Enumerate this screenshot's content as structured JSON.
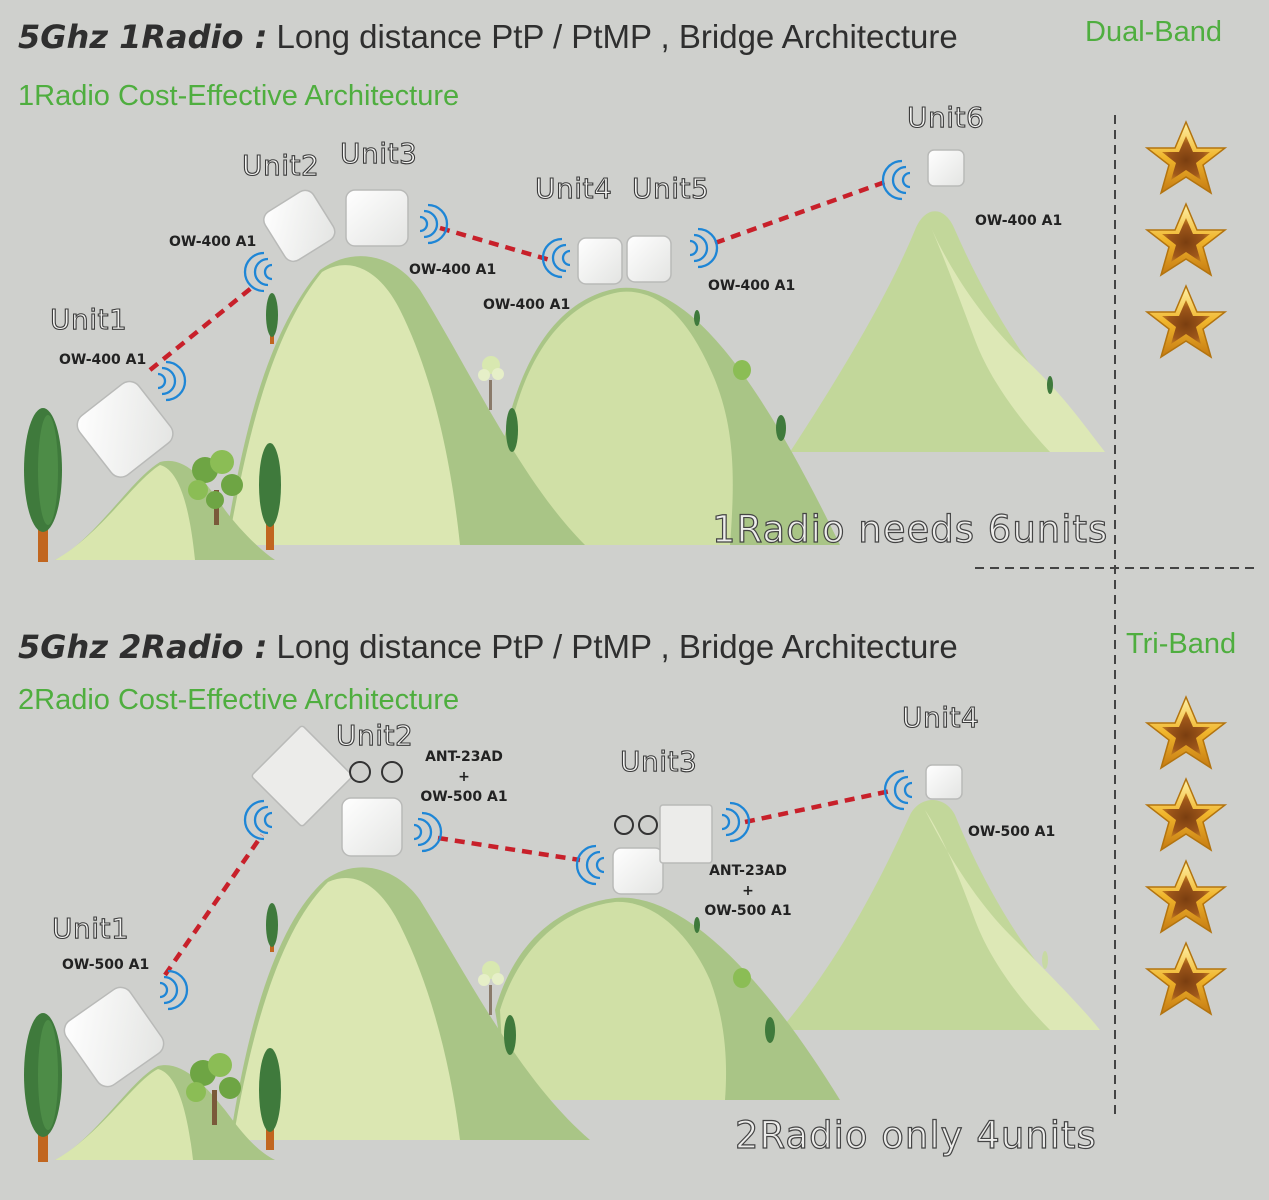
{
  "top": {
    "title_bold": "5Ghz 1Radio :",
    "title_rest": " Long distance PtP / PtMP , Bridge Architecture",
    "subtitle": "1Radio Cost-Effective Architecture",
    "band": "Dual-Band",
    "stars": 3,
    "summary": "1Radio needs 6units",
    "units": [
      "Unit1",
      "Unit2",
      "Unit3",
      "Unit4",
      "Unit5",
      "Unit6"
    ],
    "models": [
      "OW-400 A1",
      "OW-400 A1",
      "OW-400 A1",
      "OW-400 A1",
      "OW-400 A1",
      "OW-400 A1"
    ]
  },
  "bottom": {
    "title_bold": "5Ghz 2Radio :",
    "title_rest": " Long distance PtP / PtMP , Bridge Architecture",
    "subtitle": "2Radio Cost-Effective Architecture",
    "band": "Tri-Band",
    "stars": 4,
    "summary": "2Radio only 4units",
    "units": [
      "Unit1",
      "Unit2",
      "Unit3",
      "Unit4"
    ],
    "models": [
      "OW-500 A1",
      "OW-500 A1"
    ],
    "combo": {
      "ant": "ANT-23AD",
      "plus": "+",
      "ow": "OW-500 A1"
    }
  },
  "colors": {
    "background": "#cfd0cd",
    "accent_green": "#4fae3f",
    "link_red": "#c8202a",
    "signal_blue": "#1e86d6",
    "hill_light": "#d9e6ae",
    "hill_dark": "#a9c586",
    "star_gold": "#e8a82a"
  }
}
